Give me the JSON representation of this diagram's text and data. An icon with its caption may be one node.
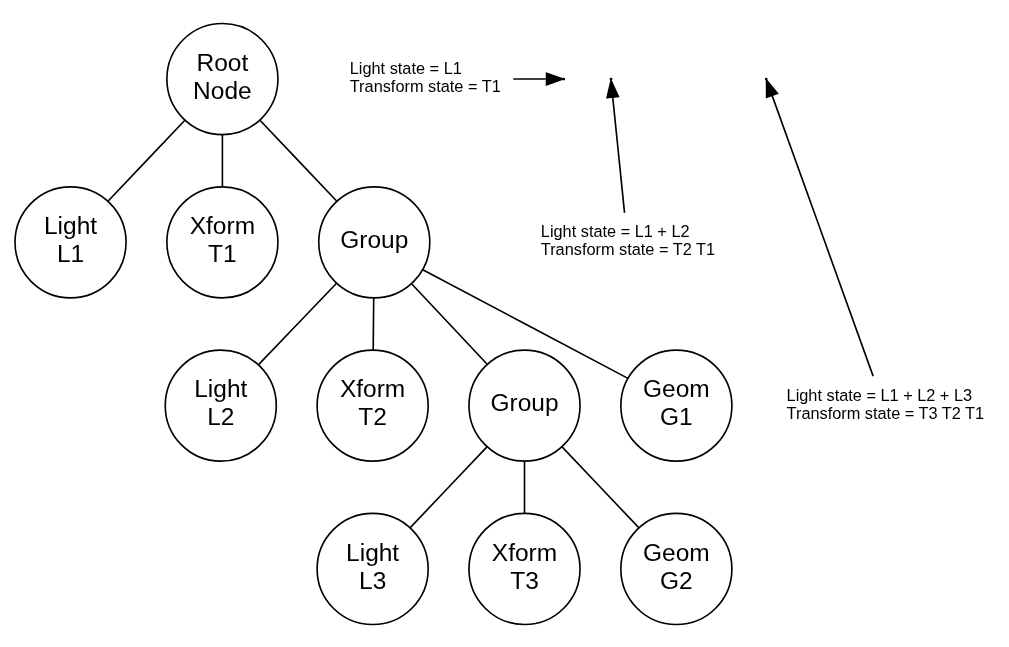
{
  "diagram": {
    "nodes": [
      {
        "text": [
          "Root",
          "Node"
        ]
      },
      {
        "text": [
          "Light",
          "L1"
        ]
      },
      {
        "text": [
          "Xform",
          "T1"
        ]
      },
      {
        "text": [
          "Group"
        ]
      },
      {
        "text": [
          "Light",
          "L2"
        ]
      },
      {
        "text": [
          "Xform",
          "T2"
        ]
      },
      {
        "text": [
          "Group"
        ]
      },
      {
        "text": [
          "Geom",
          "G1"
        ]
      },
      {
        "text": [
          "Light",
          "L3"
        ]
      },
      {
        "text": [
          "Xform",
          "T3"
        ]
      },
      {
        "text": [
          "Geom",
          "G2"
        ]
      },
      {
        "text": [
          "Light state = L1",
          "Transform state = T1"
        ]
      },
      {
        "text": [
          "Light state = L1 + L2",
          "Transform state = T2 T1"
        ]
      },
      {
        "text": [
          "Light state = L1 + L2 + L3",
          "Transform state = T3 T2 T1"
        ]
      }
    ],
    "edges": [
      {
        "from": 0,
        "to": 1,
        "arrow": "none"
      },
      {
        "from": 0,
        "to": 2,
        "arrow": "none"
      },
      {
        "from": 0,
        "to": 3,
        "arrow": "none"
      },
      {
        "from": 11,
        "to": null,
        "arrow": "to"
      },
      {
        "from": 3,
        "to": 4,
        "arrow": "none"
      },
      {
        "from": 3,
        "to": 5,
        "arrow": "none"
      },
      {
        "from": 3,
        "to": 6,
        "arrow": "none"
      },
      {
        "from": 3,
        "to": 7,
        "arrow": "none"
      },
      {
        "from": 12,
        "to": null,
        "arrow": "to"
      },
      {
        "from": 6,
        "to": 8,
        "arrow": "none"
      },
      {
        "from": 6,
        "to": 9,
        "arrow": "none"
      },
      {
        "from": 6,
        "to": 10,
        "arrow": "none"
      },
      {
        "from": 13,
        "to": null,
        "arrow": "to"
      }
    ]
  }
}
